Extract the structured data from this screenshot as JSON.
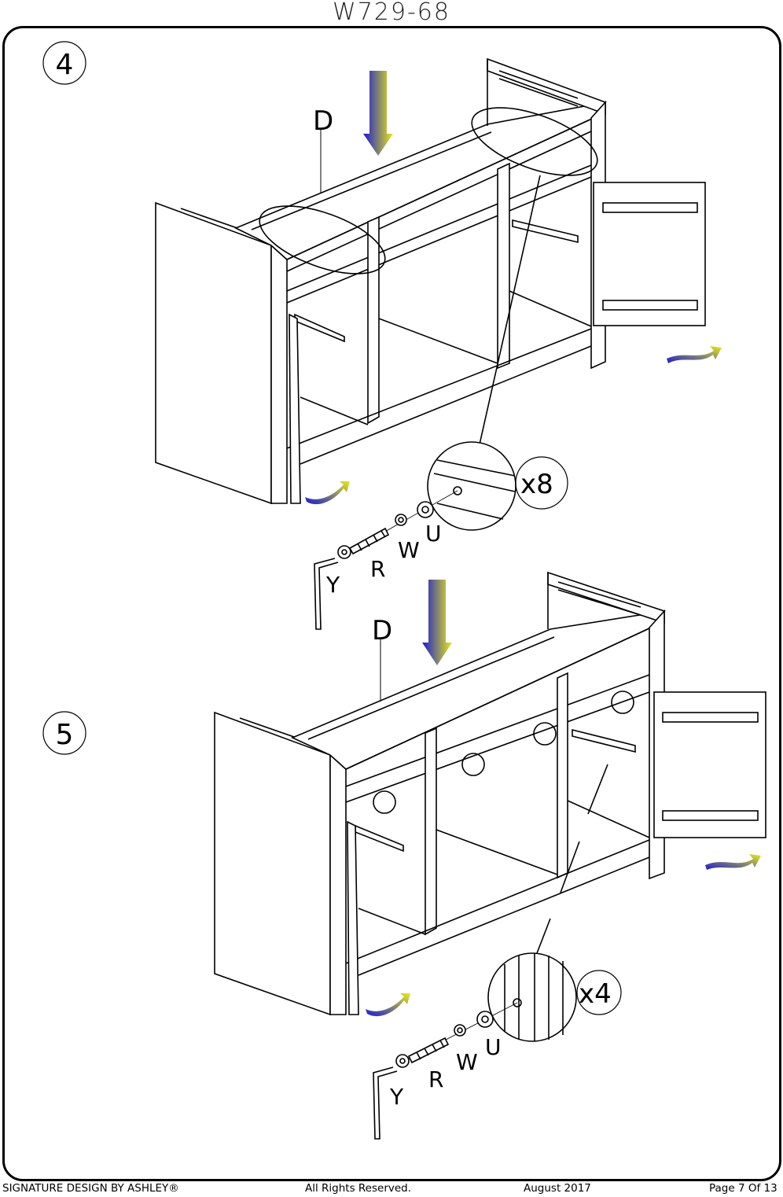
{
  "header": {
    "model": "W729-68"
  },
  "steps": [
    {
      "number": "4",
      "panel_label": "D",
      "quantity": "x8",
      "parts": [
        "U",
        "W",
        "R",
        "Y"
      ]
    },
    {
      "number": "5",
      "panel_label": "D",
      "quantity": "x4",
      "parts": [
        "U",
        "W",
        "R",
        "Y"
      ]
    }
  ],
  "colors": {
    "arrow_top": "#1a1ad0",
    "arrow_bottom": "#e8e81a",
    "line": "#000000"
  },
  "footer": {
    "brand": "SIGNATURE DESIGN BY ASHLEY®",
    "rights": "All Rights Reserved.",
    "date": "August 2017",
    "page": "Page 7 Of 13"
  }
}
